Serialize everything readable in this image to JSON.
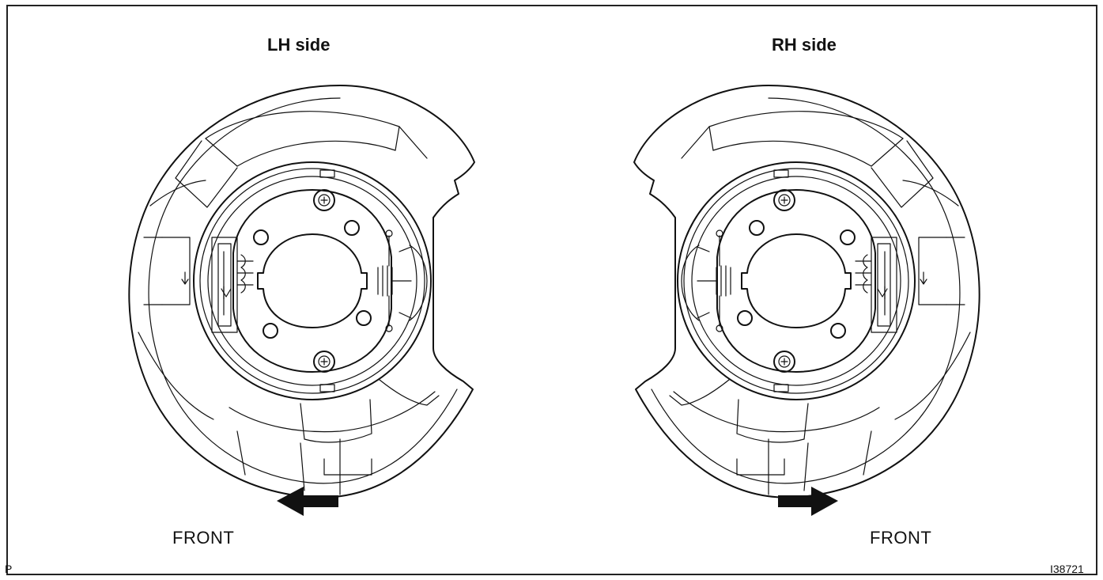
{
  "diagram": {
    "left_title": "LH side",
    "right_title": "RH side",
    "left_front": "FRONT",
    "right_front": "FRONT",
    "corner_left": "P",
    "corner_right": "I38721"
  }
}
